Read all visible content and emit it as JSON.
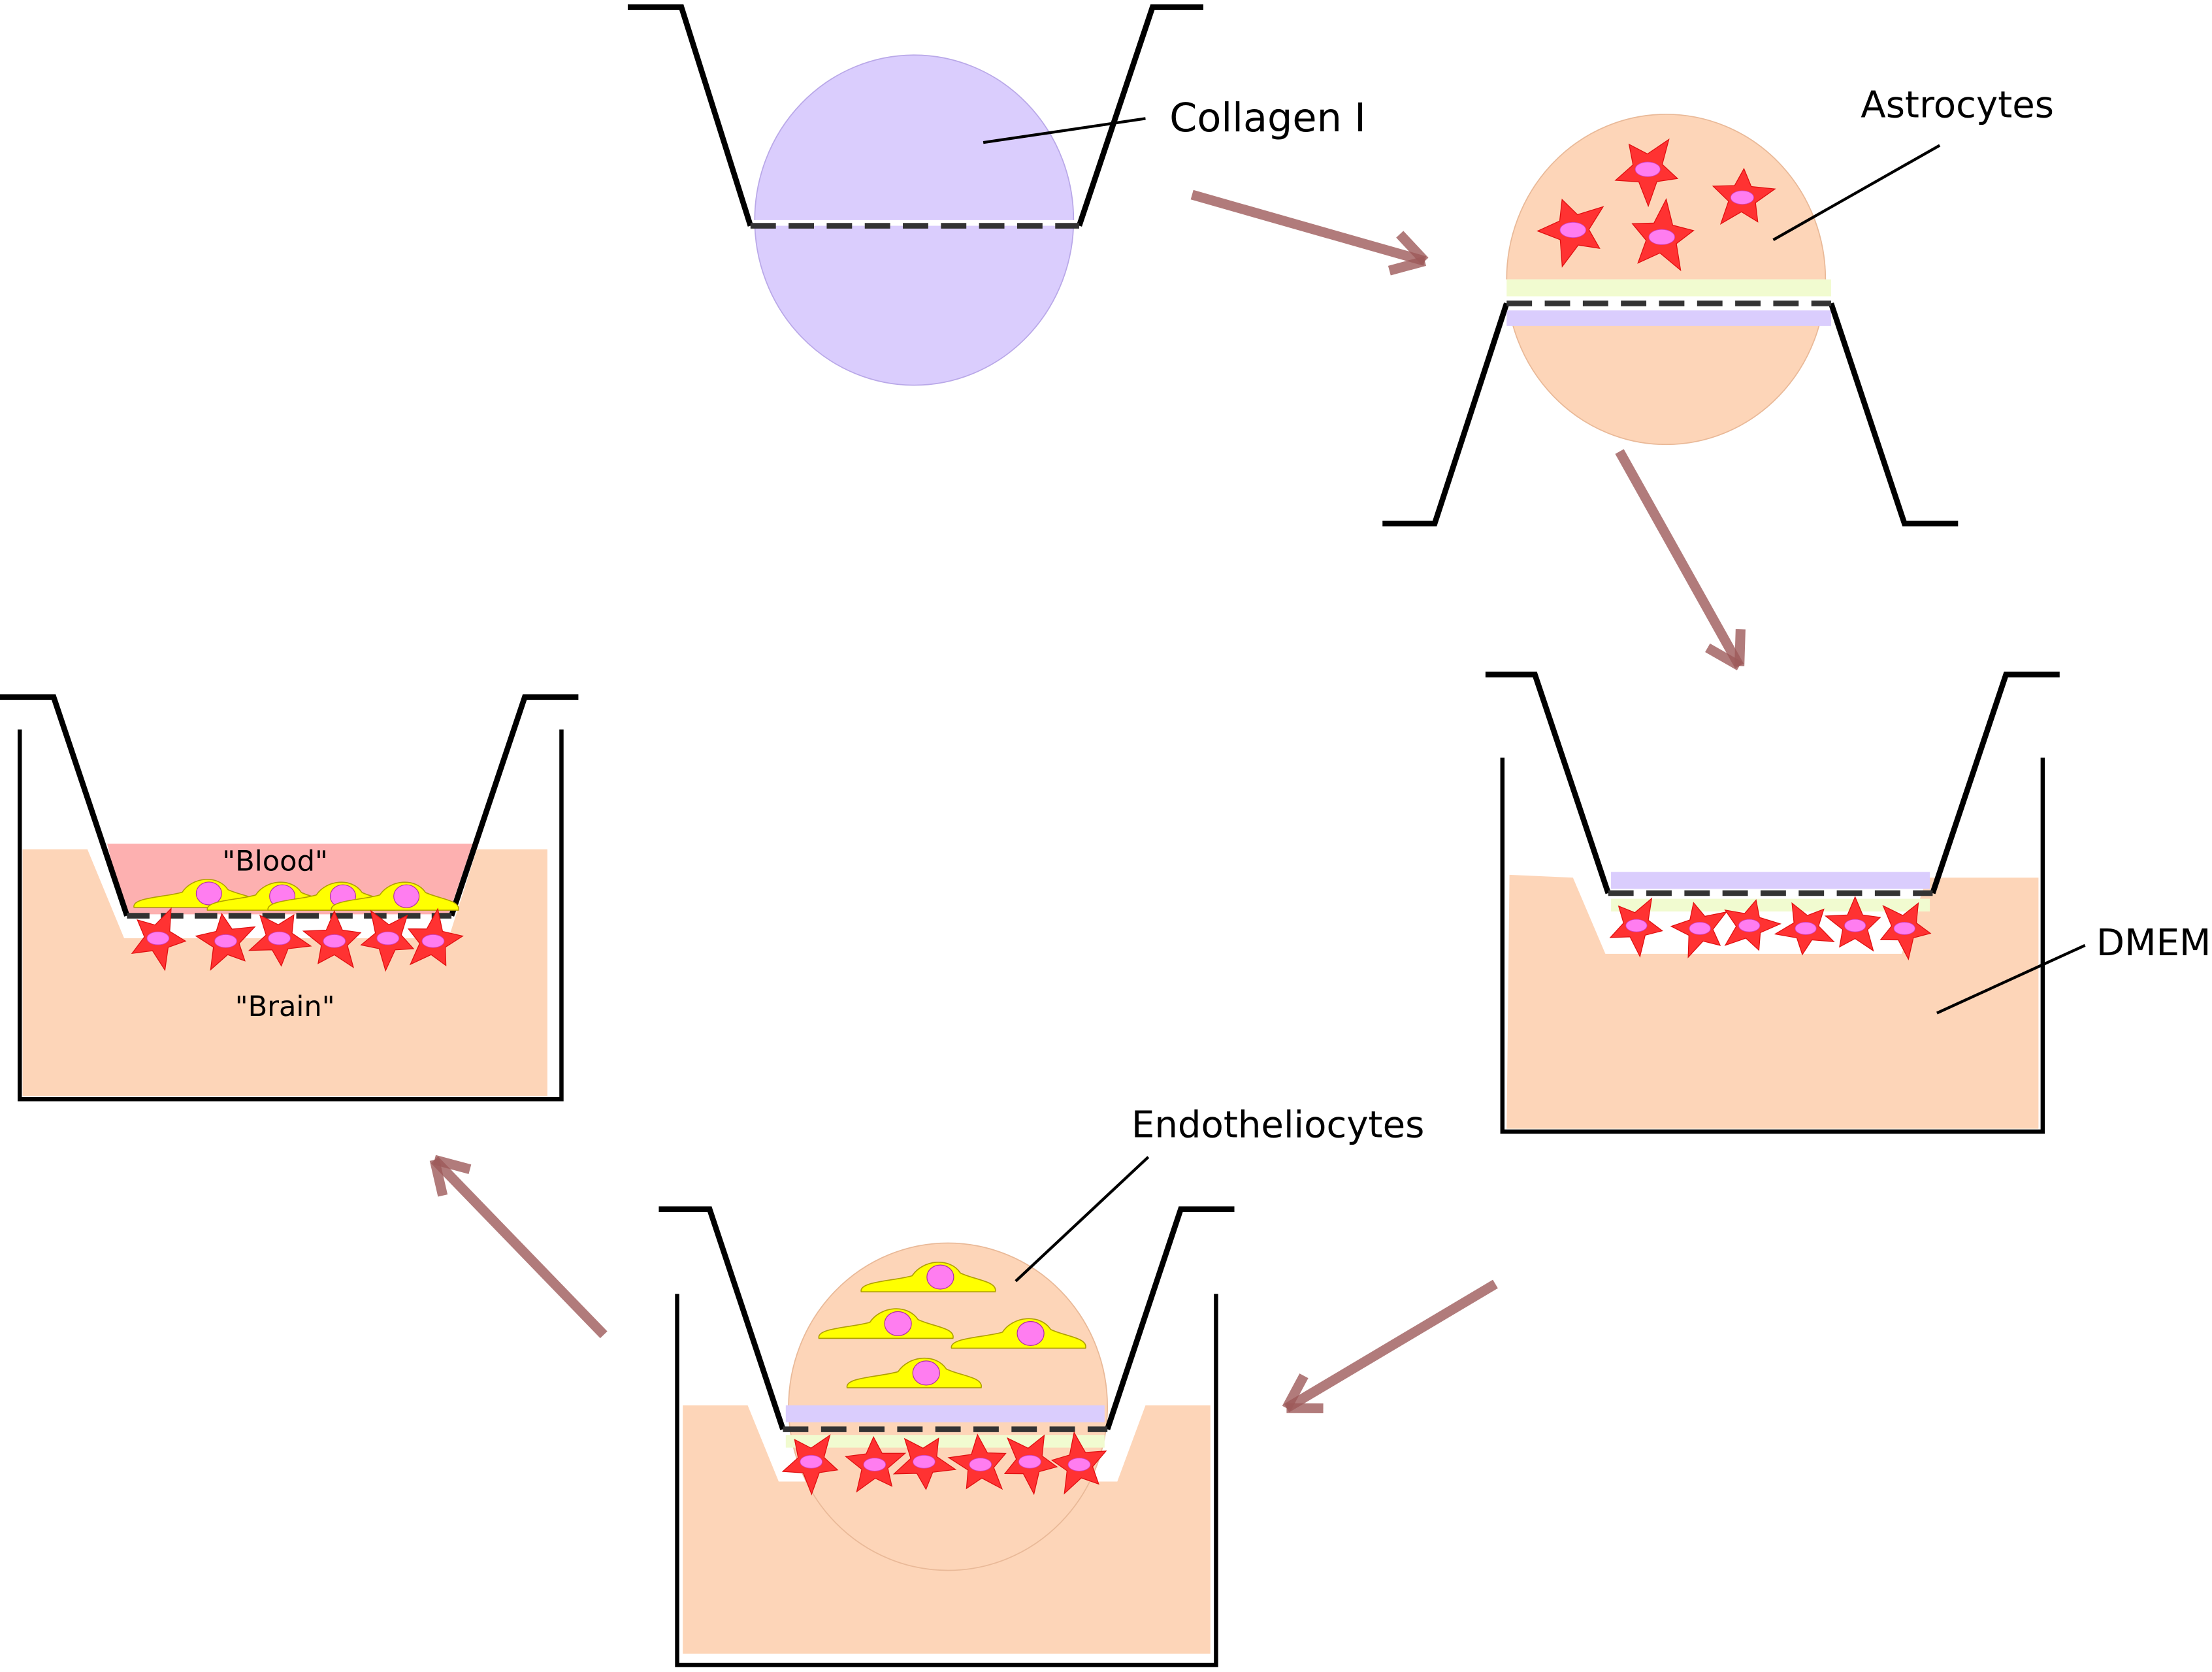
{
  "labels": {
    "collagen": "Collagen I",
    "astrocytes": "Astrocytes",
    "dmem": "DMEM",
    "endotheliocytes": "Endotheliocytes",
    "blood": "\"Blood\"",
    "brain": "\"Brain\""
  },
  "colors": {
    "collagen": "#dacdfd",
    "medium": "#fdd5b8",
    "blood": "#fdb0b0",
    "astrocyte": "#ff3232",
    "nucleus": "#ff7df0",
    "endothelial": "#ffff00",
    "arrow": "#9e5a5a",
    "gel_layer": "#f1fbd0"
  }
}
